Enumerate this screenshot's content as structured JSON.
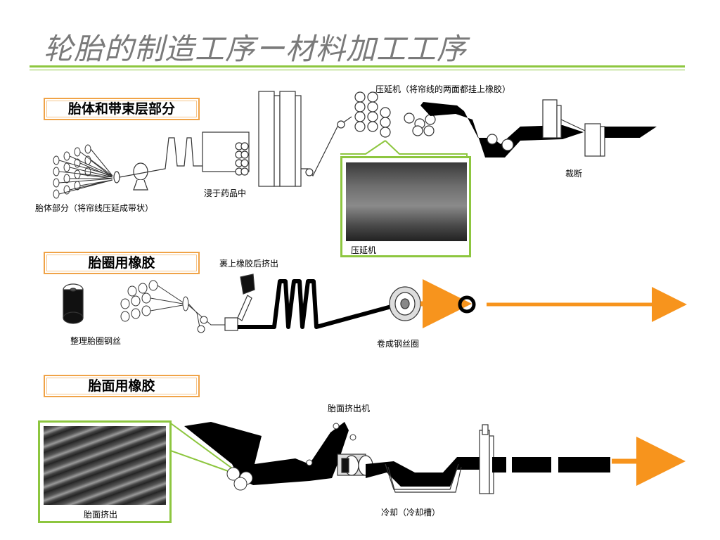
{
  "title": "轮胎的制造工序ー材料加工工序",
  "sections": [
    {
      "name": "胎体和带束层部分"
    },
    {
      "name": "胎圈用橡胶"
    },
    {
      "name": "胎面用橡胶"
    }
  ],
  "labels": {
    "carcass": "胎体部分（将帘线压延成带状）",
    "dip": "浸于药品中",
    "calender_top": "压延机（将帘线的两面都挂上橡胶）",
    "cut": "裁断",
    "calender_photo": "压延机",
    "bead_wire": "整理胎圈钢丝",
    "rubber_extrude": "裹上橡胶后挤出",
    "bead_coil": "卷成钢丝圈",
    "tread_extruder": "胎面挤出机",
    "cooling": "冷却（冷却槽）",
    "tread_photo": "胎面挤出"
  },
  "colors": {
    "accent_green": "#8dc63f",
    "arrow_orange": "#f7941d",
    "box_border": "#f0a347"
  }
}
